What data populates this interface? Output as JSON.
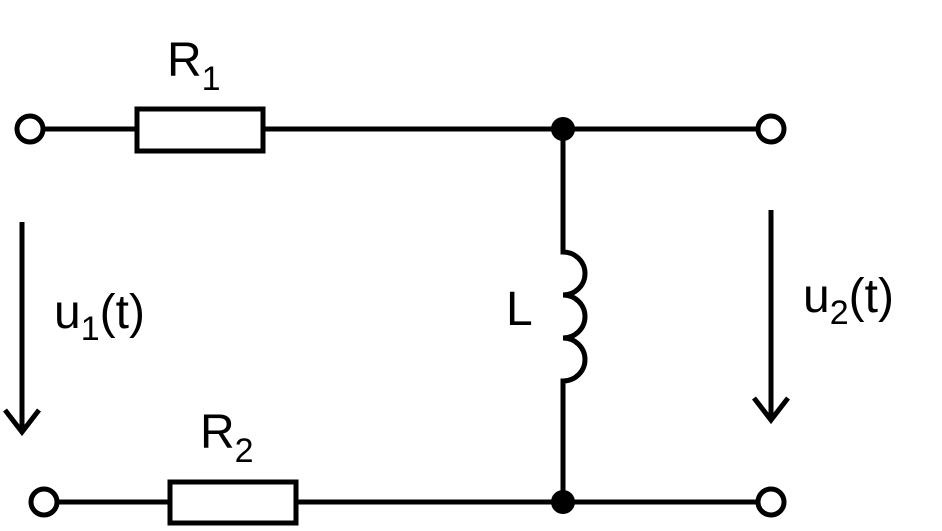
{
  "title": "RL circuit with two resistors and an inductor",
  "labels": {
    "r1": {
      "main": "R",
      "sub": "1"
    },
    "r2": {
      "main": "R",
      "sub": "2"
    },
    "l": "L",
    "u1": {
      "main": "u",
      "sub": "1",
      "tail": "(t)"
    },
    "u2": {
      "main": "u",
      "sub": "2",
      "tail": "(t)"
    }
  },
  "colors": {
    "stroke": "#000000",
    "background": "#ffffff"
  }
}
